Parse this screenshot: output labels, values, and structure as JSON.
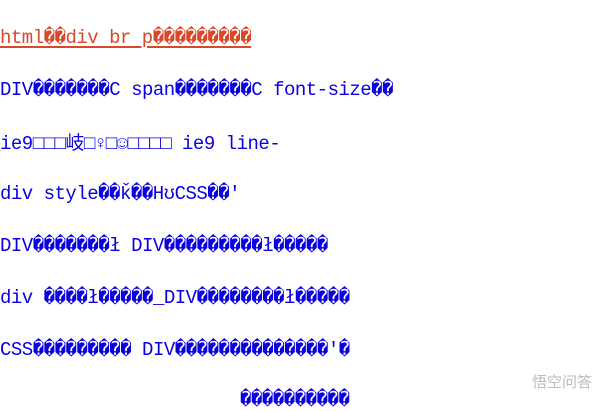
{
  "lines": [
    "html��div br p���������",
    "DIV�������C span�������C font-size��",
    "ie9□□□岐□♀□☺□□□□ ie9 line-",
    "div style��ǩ��HʊCSS��'",
    "DIV�������ł DIV���������ł�����",
    "div ����ł�����_DIV��������ł�����",
    "CSS��������� DIV��������������'�",
    "����������"
  ],
  "watermark": "悟空问答"
}
